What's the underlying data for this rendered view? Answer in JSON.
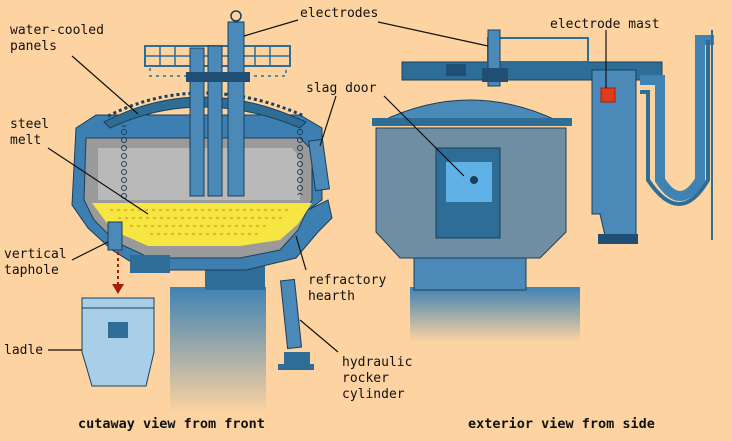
{
  "labels": {
    "electrodes": "electrodes",
    "electrode_mast": "electrode mast",
    "water_cooled_1": "water-cooled",
    "water_cooled_2": "panels",
    "slag_door": "slag door",
    "steel_melt_1": "steel",
    "steel_melt_2": "melt",
    "vertical_taphole_1": "vertical",
    "vertical_taphole_2": "taphole",
    "refractory_hearth_1": "refractory",
    "refractory_hearth_2": "hearth",
    "ladle": "ladle",
    "hydraulic_1": "hydraulic",
    "hydraulic_2": "rocker",
    "hydraulic_3": "cylinder"
  },
  "captions": {
    "front": "cutaway view from front",
    "side": "exterior view from side"
  },
  "colors": {
    "background": "#fdd3a1",
    "steel_dark": "#2e6e96",
    "steel_mid": "#4a89b8",
    "steel_light": "#a9cfe8",
    "cutaway_gray": "#9a9a9a",
    "melt": "#f5e642",
    "mast_accent": "#e33b16"
  }
}
